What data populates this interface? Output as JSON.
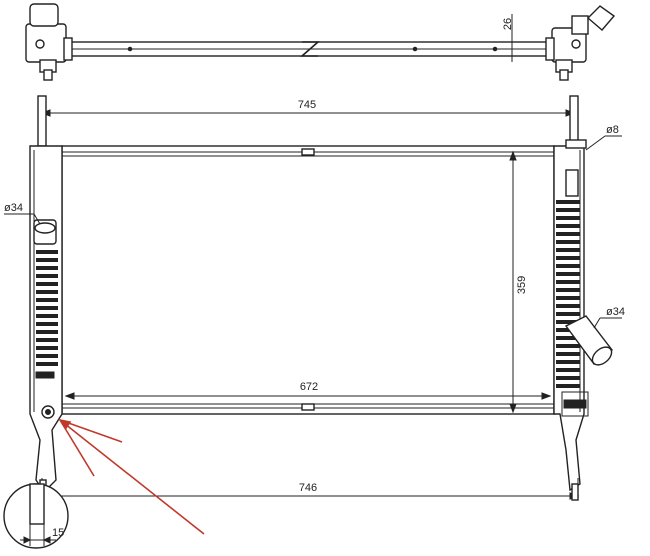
{
  "dimensions": {
    "top_height": "26",
    "overall_width": "745",
    "core_height": "359",
    "core_width": "672",
    "bottom_width": "746",
    "detail_width": "15"
  },
  "callouts": {
    "pin_diameter": "ø8",
    "inlet_diameter_left": "ø34",
    "outlet_diameter_right": "ø34"
  },
  "colors": {
    "line": "#222222",
    "arrows": "#c0392b",
    "background": "#ffffff"
  }
}
